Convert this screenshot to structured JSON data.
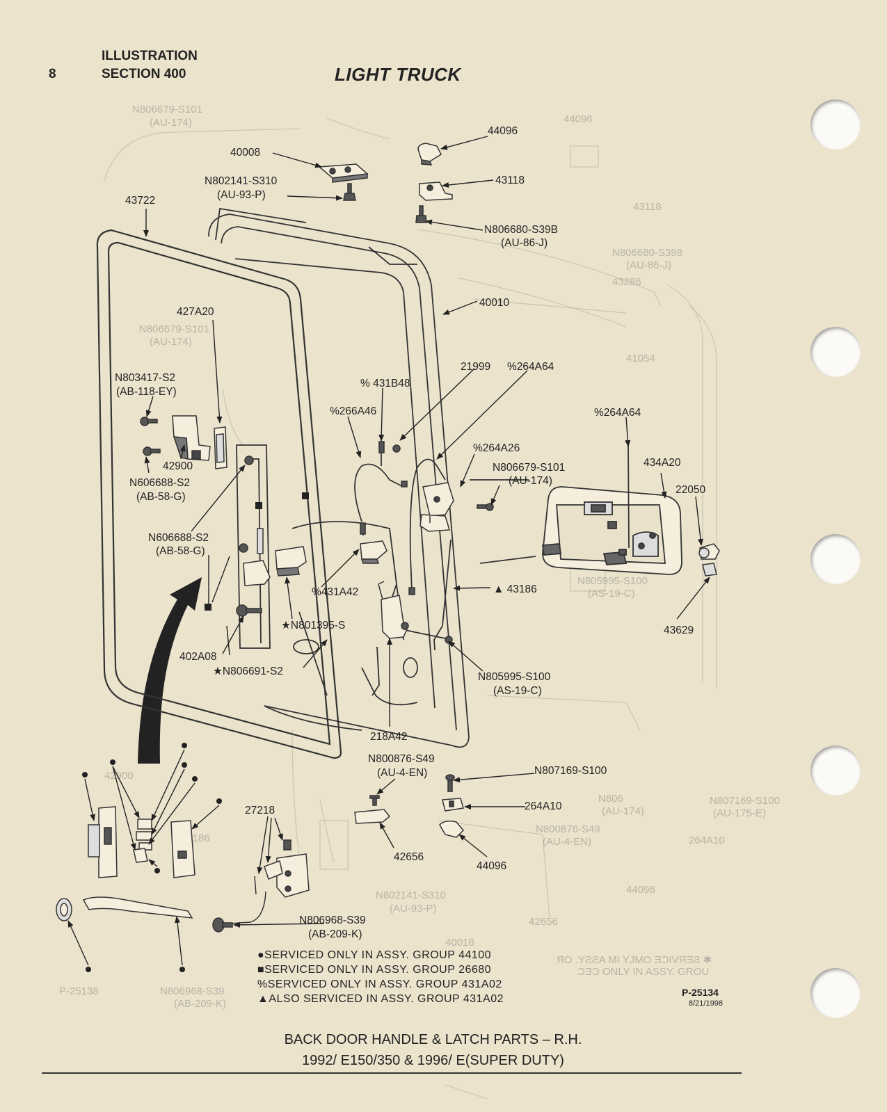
{
  "header": {
    "page_number": "8",
    "line1": "ILLUSTRATION",
    "line2": "SECTION 400",
    "title": "LIGHT TRUCK"
  },
  "labels": [
    {
      "id": "44096-top",
      "text": "44096"
    },
    {
      "id": "40008",
      "text": "40008"
    },
    {
      "id": "43118",
      "text": "43118"
    },
    {
      "id": "N802141",
      "text": "N802141-S310"
    },
    {
      "id": "N802141-code",
      "text": "(AU-93-P)"
    },
    {
      "id": "43722",
      "text": "43722"
    },
    {
      "id": "N806680",
      "text": "N806680-S39B"
    },
    {
      "id": "N806680-code",
      "text": "(AU-86-J)"
    },
    {
      "id": "40010",
      "text": "40010"
    },
    {
      "id": "427A20",
      "text": "427A20"
    },
    {
      "id": "21999",
      "text": "21999"
    },
    {
      "id": "264A64-a",
      "text": "%264A64"
    },
    {
      "id": "431B48",
      "text": "% 431B48"
    },
    {
      "id": "N803417",
      "text": "N803417-S2"
    },
    {
      "id": "N803417-code",
      "text": "(AB-118-EY)"
    },
    {
      "id": "266A46",
      "text": "%266A46"
    },
    {
      "id": "264A64-b",
      "text": "%264A64"
    },
    {
      "id": "264A26",
      "text": "%264A26"
    },
    {
      "id": "N806679",
      "text": "N806679-S101"
    },
    {
      "id": "N806679-code",
      "text": "(AU-174)"
    },
    {
      "id": "434A20",
      "text": "434A20"
    },
    {
      "id": "42900",
      "text": "42900"
    },
    {
      "id": "N606688a",
      "text": "N606688-S2"
    },
    {
      "id": "N606688a-code",
      "text": "(AB-58-G)"
    },
    {
      "id": "22050",
      "text": "22050"
    },
    {
      "id": "N606688b",
      "text": "N606688-S2"
    },
    {
      "id": "N606688b-code",
      "text": "(AB-58-G)"
    },
    {
      "id": "431A42",
      "text": "%431A42"
    },
    {
      "id": "43186",
      "text": "▲ 43186"
    },
    {
      "id": "N801395",
      "text": "★N801395-S"
    },
    {
      "id": "43629",
      "text": "43629"
    },
    {
      "id": "402A08",
      "text": "402A08"
    },
    {
      "id": "N806691",
      "text": "★N806691-S2"
    },
    {
      "id": "N805995",
      "text": "N805995-S100"
    },
    {
      "id": "N805995-code",
      "text": "(AS-19-C)"
    },
    {
      "id": "218A42",
      "text": "218A42"
    },
    {
      "id": "N800876",
      "text": "N800876-S49"
    },
    {
      "id": "N800876-code",
      "text": "(AU-4-EN)"
    },
    {
      "id": "N807169",
      "text": "N807169-S100"
    },
    {
      "id": "27218",
      "text": "27218"
    },
    {
      "id": "264A10",
      "text": "264A10"
    },
    {
      "id": "42656",
      "text": "42656"
    },
    {
      "id": "44096-bot",
      "text": "44096"
    },
    {
      "id": "N806968",
      "text": "N806968-S39"
    },
    {
      "id": "N806968-code",
      "text": "(AB-209-K)"
    }
  ],
  "legend": [
    "●SERVICED ONLY IN ASSY. GROUP 44100",
    "■SERVICED ONLY IN ASSY. GROUP 26680",
    "%SERVICED ONLY IN ASSY. GROUP 431A02",
    "▲ALSO SERVICED IN ASSY. GROUP 431A02"
  ],
  "plate_number": "P-25134",
  "plate_date": "8/21/1998",
  "caption": {
    "line1": "BACK DOOR HANDLE & LATCH PARTS – R.H.",
    "line2": "1992/ E150/350 & 1996/ E(SUPER DUTY)"
  }
}
